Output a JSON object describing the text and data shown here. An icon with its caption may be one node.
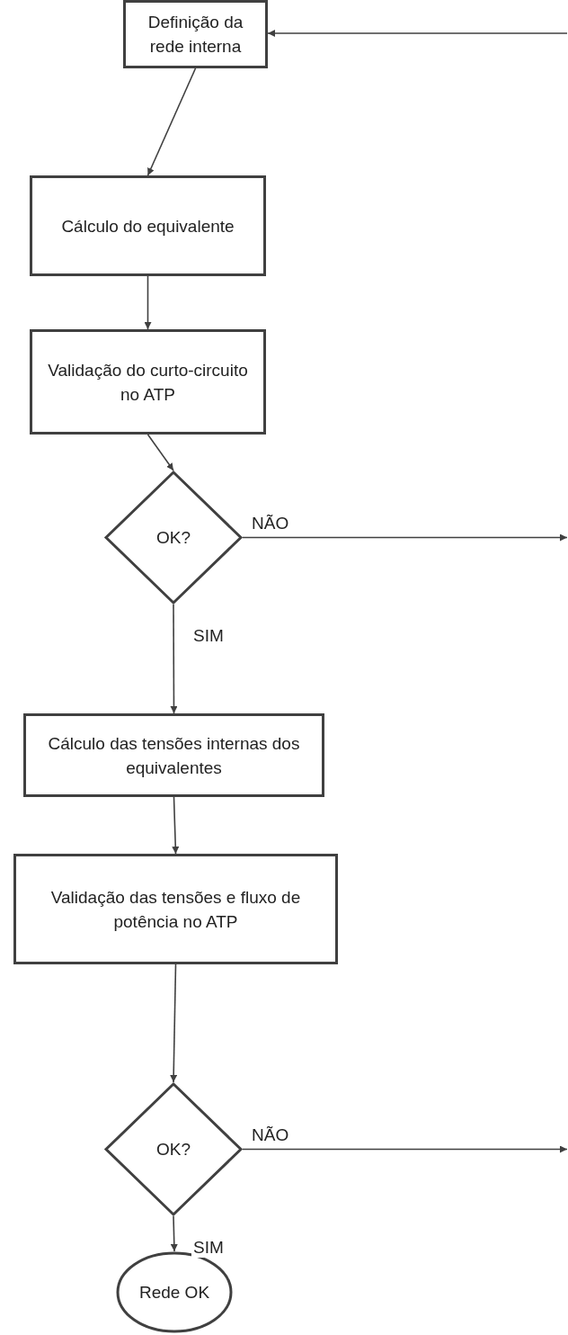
{
  "diagram": {
    "nodes": [
      {
        "text": [
          "Definição da rede interna"
        ]
      },
      {
        "text": [
          "Cálculo do equivalente"
        ]
      },
      {
        "text": [
          "Validação do curto-circuito no ATP"
        ]
      },
      {
        "text": [
          "OK?"
        ]
      },
      {
        "text": [
          "Cálculo das tensões internas dos equivalentes"
        ]
      },
      {
        "text": [
          "Validação das tensões e fluxo de potência no ATP"
        ]
      },
      {
        "text": [
          "OK?"
        ]
      },
      {
        "text": [
          "Rede OK"
        ]
      }
    ],
    "edges": [
      {
        "from": 0,
        "to": 1,
        "arrow": "to"
      },
      {
        "from": 1,
        "to": 2,
        "arrow": "to"
      },
      {
        "from": 2,
        "to": 3,
        "arrow": "to"
      },
      {
        "from": 3,
        "to": 4,
        "arrow": "to",
        "label": "SIM"
      },
      {
        "from": 3,
        "to": null,
        "arrow": "to",
        "label": "NÃO"
      },
      {
        "from": 4,
        "to": 5,
        "arrow": "to"
      },
      {
        "from": 5,
        "to": 6,
        "arrow": "to"
      },
      {
        "from": 6,
        "to": 7,
        "arrow": "to",
        "label": "SIM"
      },
      {
        "from": 6,
        "to": null,
        "arrow": "to",
        "label": "NÃO"
      },
      {
        "from": null,
        "to": 0,
        "arrow": "to"
      }
    ]
  }
}
